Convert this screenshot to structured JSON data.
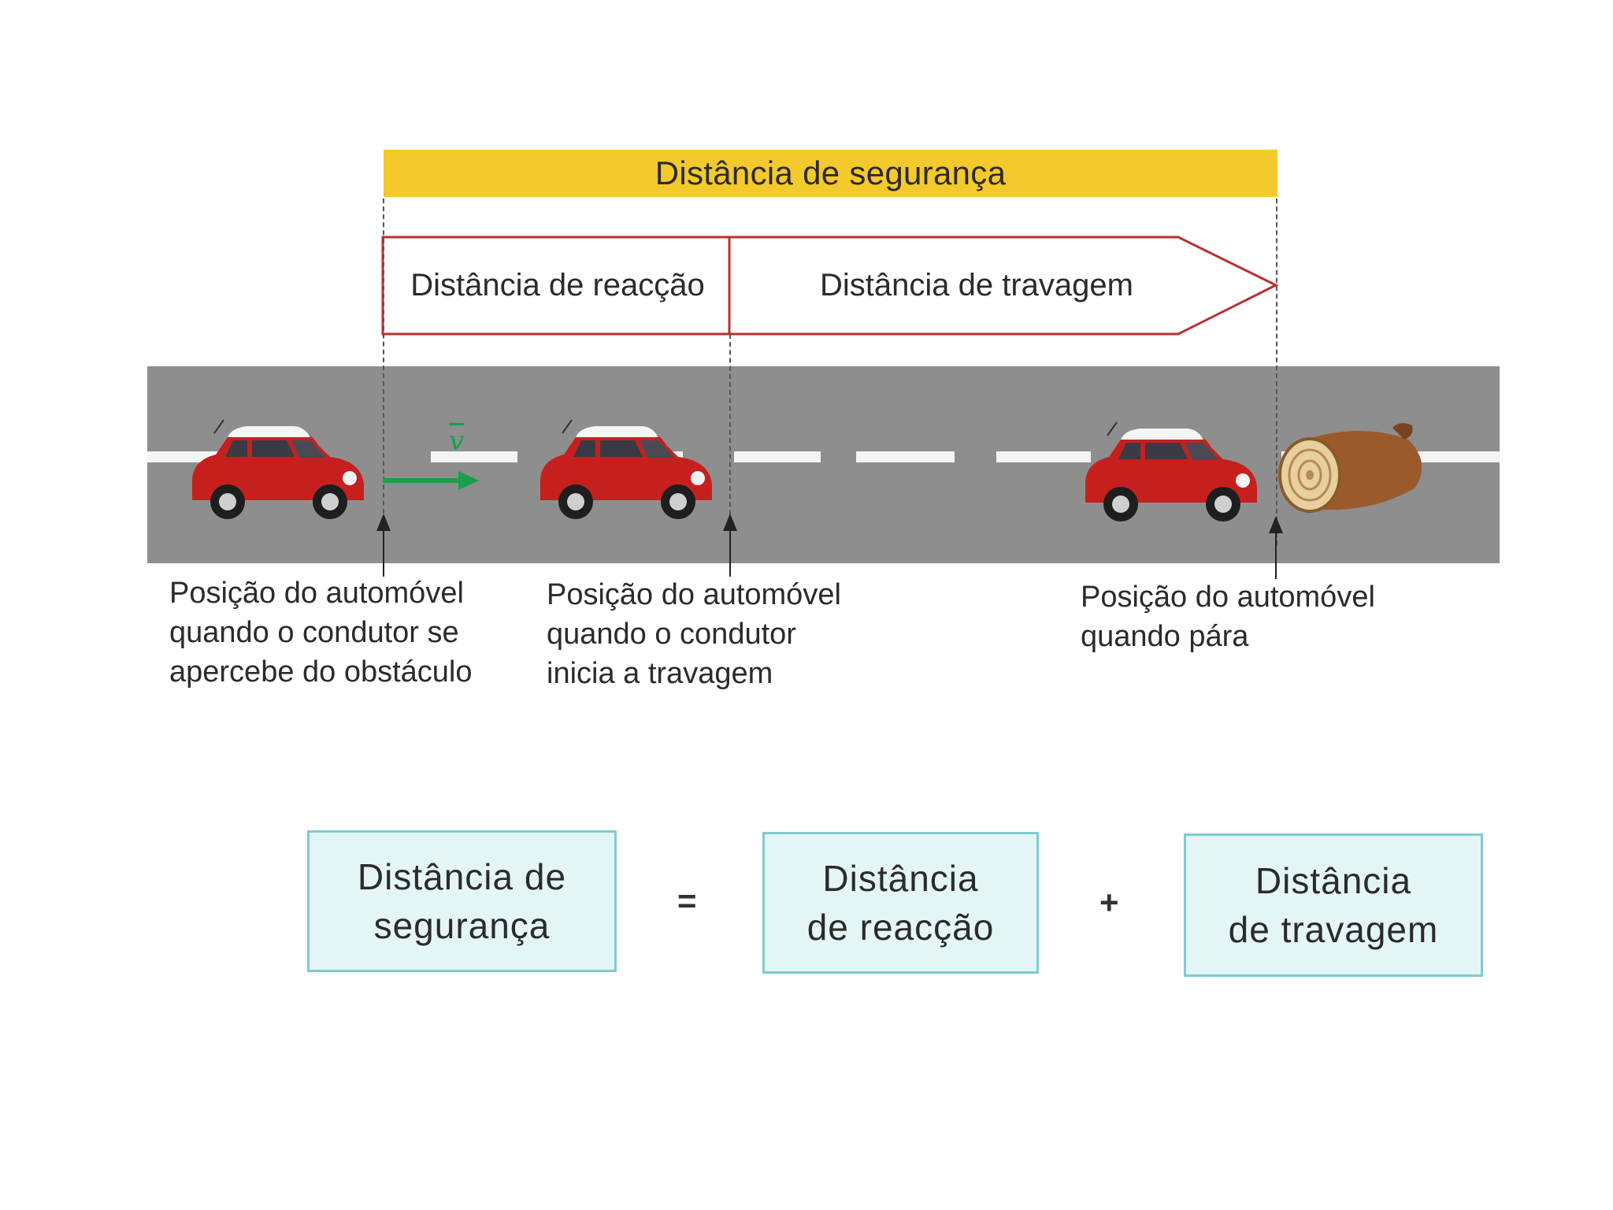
{
  "header": {
    "safety_distance": "Distância de segurança",
    "reaction_distance": "Distância de reacção",
    "braking_distance": "Distância de travagem"
  },
  "velocity_symbol": "v",
  "captions": {
    "first": "Posição do automóvel\nquando o condutor se\napercebe do obstáculo",
    "second": "Posição do automóvel\nquando o condutor\ninicia a travagem",
    "third": "Posição do automóvel\nquando pára"
  },
  "equation": {
    "safety": "Distância de\nsegurança",
    "equals": "=",
    "reaction": "Distância\nde reacção",
    "plus": "+",
    "braking": "Distância\nde travagem"
  },
  "colors": {
    "band": "#f4c92b",
    "arrow_outline": "#b8312f",
    "road": "#8e8e8e",
    "car_body": "#c6201e",
    "velocity": "#1a9f4a",
    "eq_fill": "#e4f5f6",
    "eq_border": "#7fcbd0"
  }
}
